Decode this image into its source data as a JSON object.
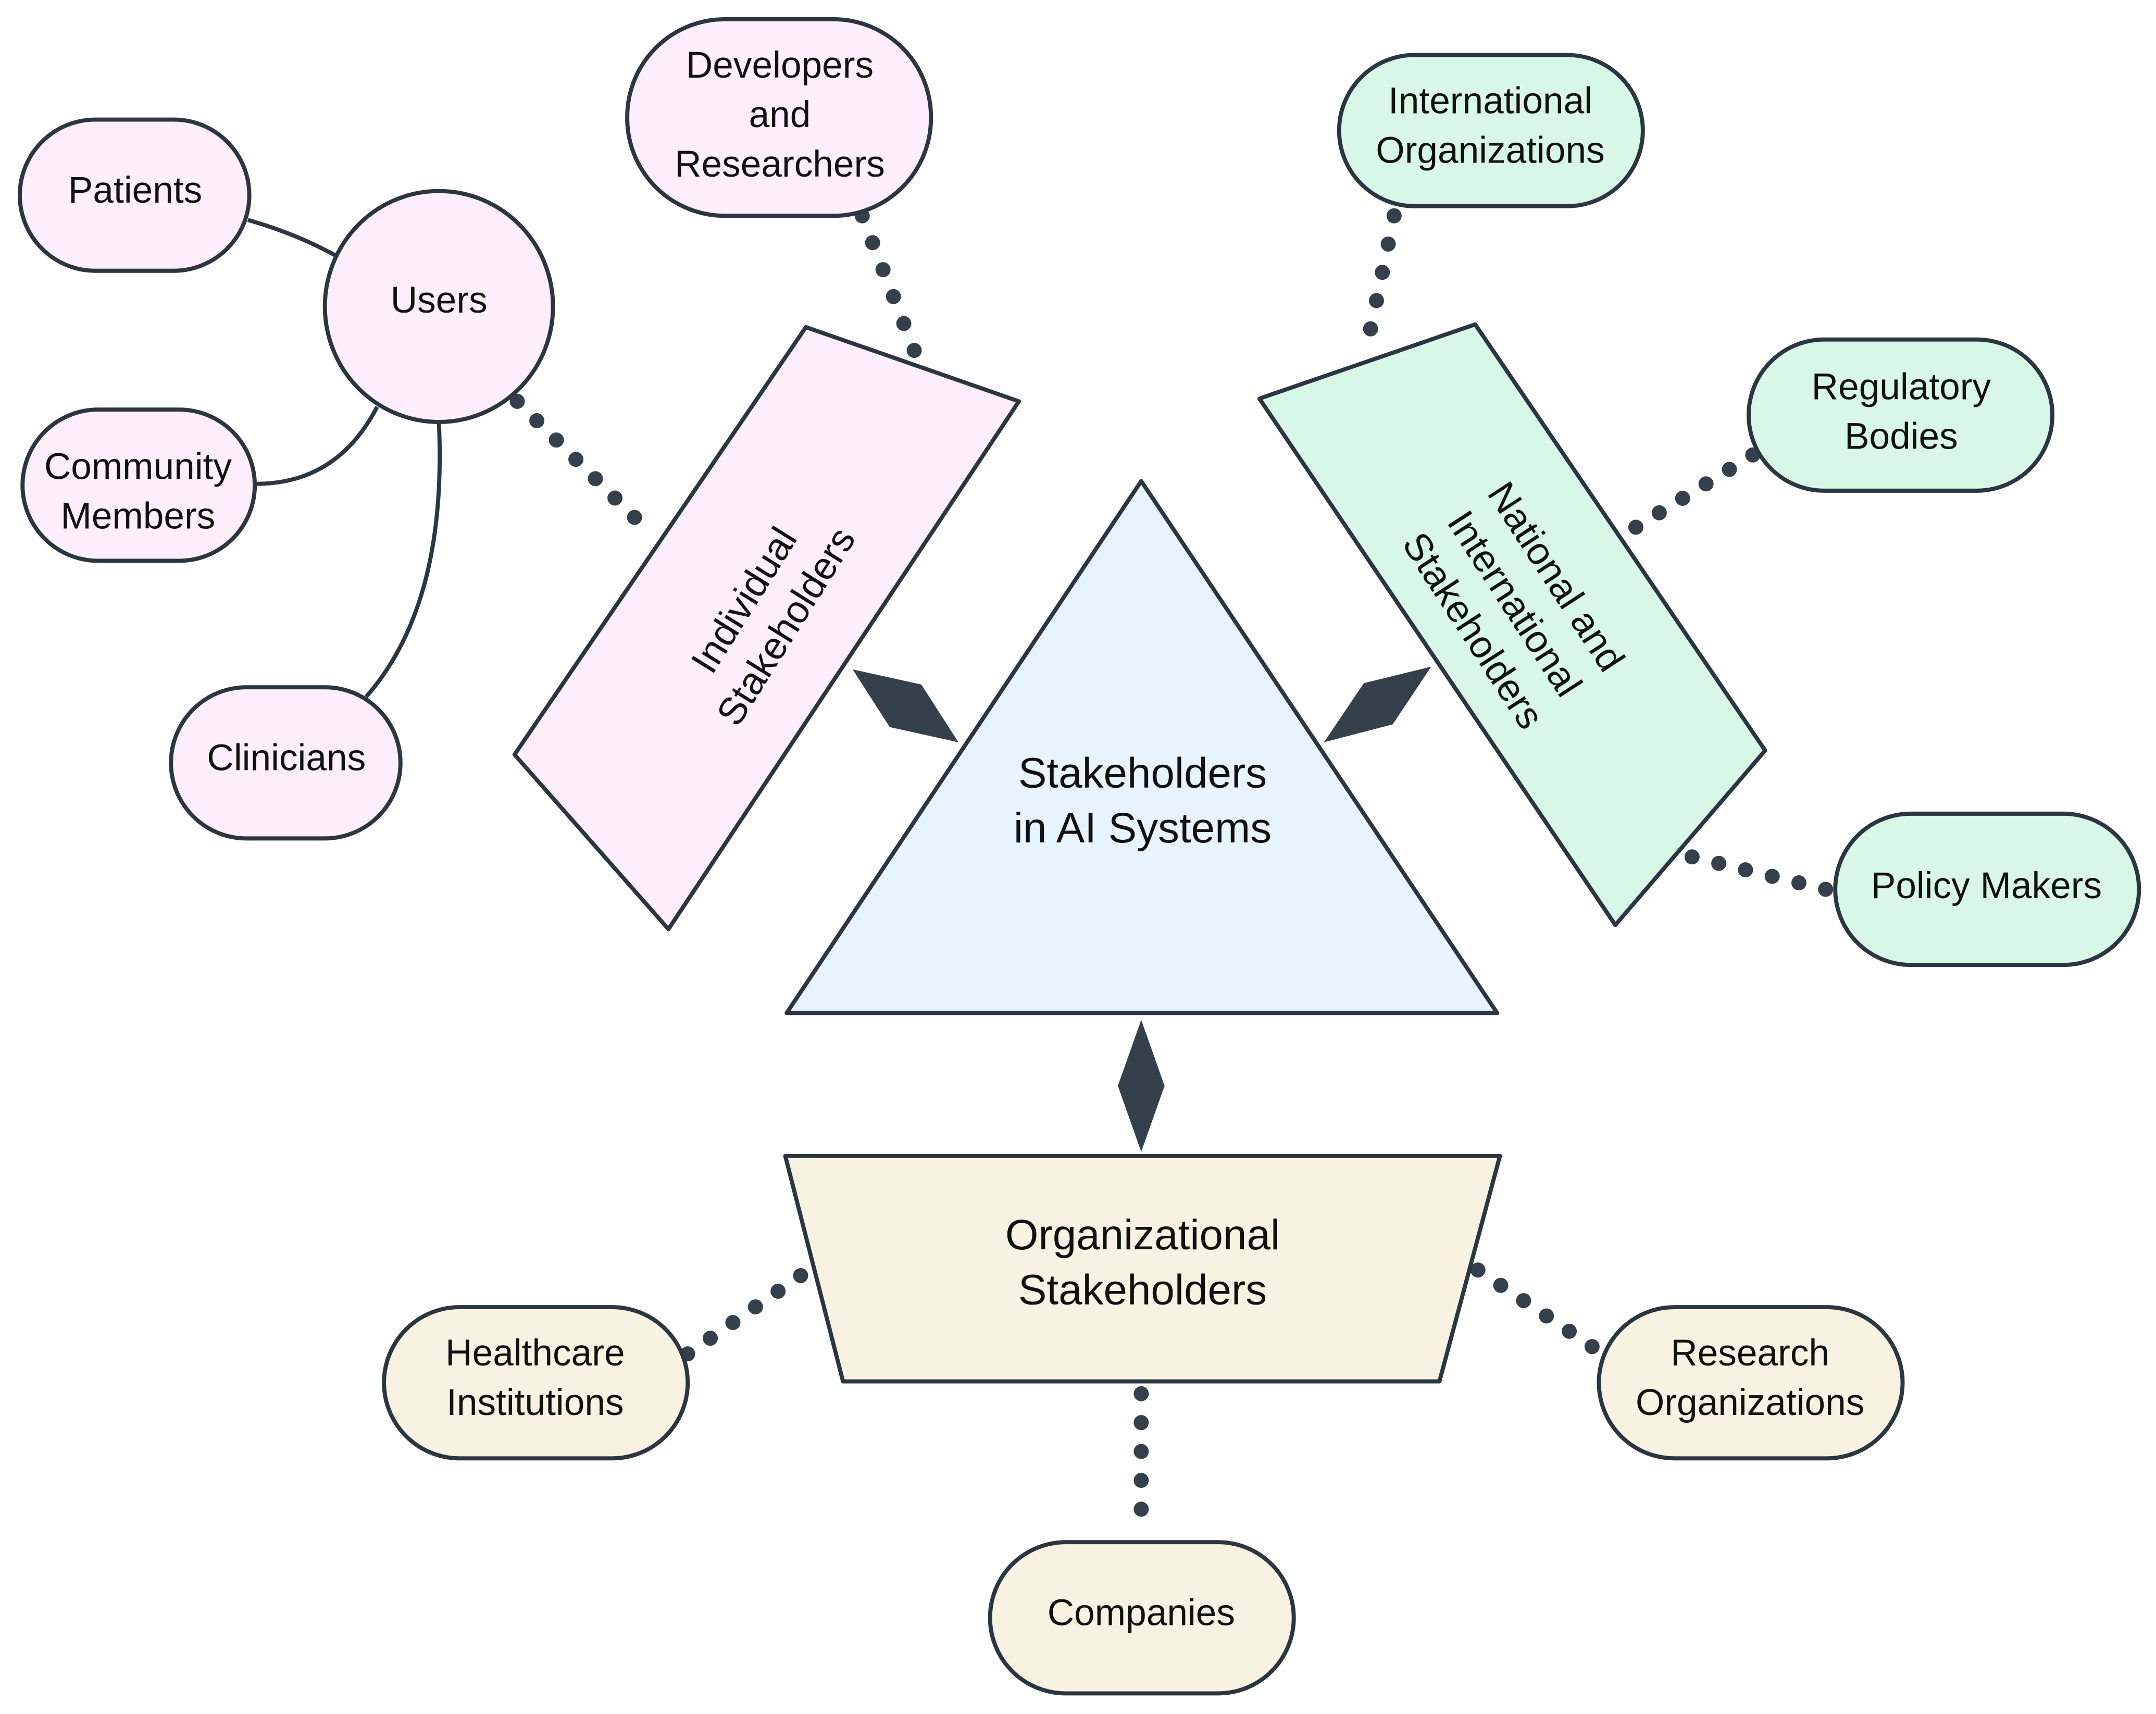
{
  "colors": {
    "outline": "#2b3640",
    "connector": "#34404c",
    "individual_fill": "#fdeefc",
    "national_fill": "#d8f7e6",
    "organizational_fill": "#f7f2e2",
    "center_fill": "#e7f3fd"
  },
  "center": {
    "lines": [
      "Stakeholders",
      "in AI Systems"
    ]
  },
  "groups": {
    "individual": {
      "lines": [
        "Individual",
        "Stakeholders"
      ]
    },
    "national": {
      "lines": [
        "National and",
        "International",
        "Stakeholders"
      ]
    },
    "organizational": {
      "lines": [
        "Organizational",
        "Stakeholders"
      ]
    }
  },
  "nodes": {
    "users": {
      "lines": [
        "Users"
      ]
    },
    "patients": {
      "lines": [
        "Patients"
      ]
    },
    "community": {
      "lines": [
        "Community",
        "Members"
      ]
    },
    "clinicians": {
      "lines": [
        "Clinicians"
      ]
    },
    "developers": {
      "lines": [
        "Developers",
        "and",
        "Researchers"
      ]
    },
    "international_orgs": {
      "lines": [
        "International",
        "Organizations"
      ]
    },
    "regulatory": {
      "lines": [
        "Regulatory",
        "Bodies"
      ]
    },
    "policy": {
      "lines": [
        "Policy Makers"
      ]
    },
    "healthcare": {
      "lines": [
        "Healthcare",
        "Institutions"
      ]
    },
    "research_orgs": {
      "lines": [
        "Research",
        "Organizations"
      ]
    },
    "companies": {
      "lines": [
        "Companies"
      ]
    }
  }
}
